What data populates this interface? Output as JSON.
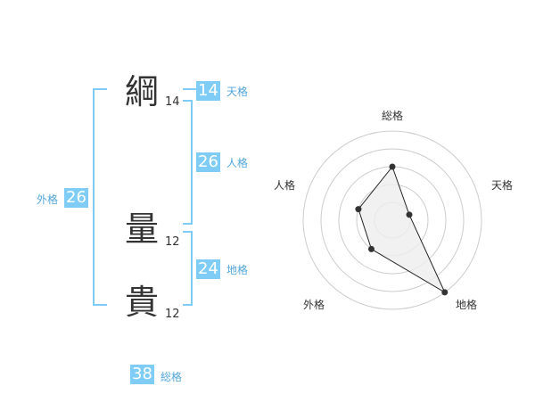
{
  "name": {
    "characters": [
      {
        "char": "綱",
        "strokes": "14"
      },
      {
        "char": "量",
        "strokes": "12"
      },
      {
        "char": "貴",
        "strokes": "12"
      }
    ]
  },
  "fortune": {
    "tenkaku": {
      "label": "天格",
      "value": "14"
    },
    "jinkaku": {
      "label": "人格",
      "value": "26"
    },
    "chikaku": {
      "label": "地格",
      "value": "24"
    },
    "gaikaku": {
      "label": "外格",
      "value": "26"
    },
    "soukaku": {
      "label": "総格",
      "value": "38"
    }
  },
  "chart_data": {
    "type": "radar",
    "axes": [
      "総格",
      "天格",
      "地格",
      "外格",
      "人格"
    ],
    "values": [
      3,
      1,
      5,
      2,
      2
    ],
    "max": 5,
    "rings": 5,
    "colors": {
      "fill": "#eeeeee",
      "line": "#222222",
      "point": "#333333",
      "grid": "#cccccc"
    }
  }
}
